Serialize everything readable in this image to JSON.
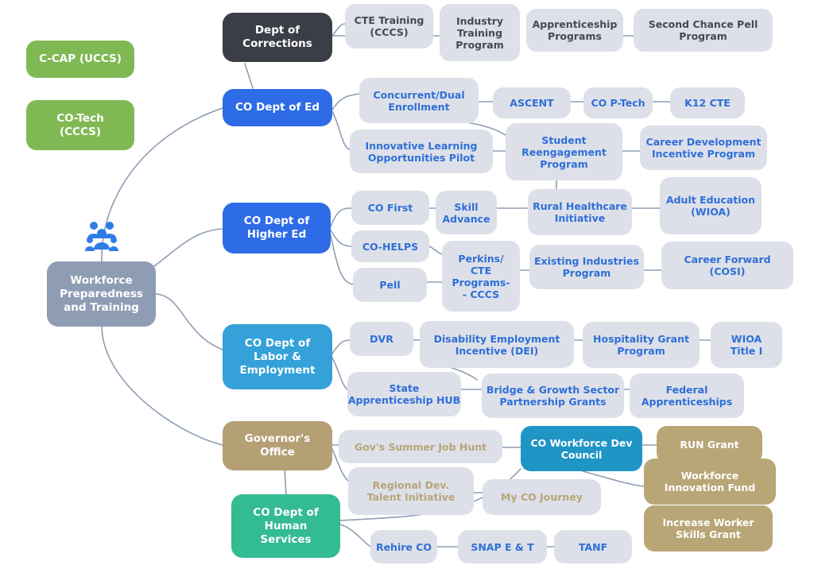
{
  "root": "Workforce\nPreparedness\nand Training",
  "side": {
    "ccap": "C-CAP (UCCS)",
    "cotech": "CO-Tech\n(CCCS)"
  },
  "hubs": {
    "corrections": "Dept of\nCorrections",
    "ed": "CO Dept of Ed",
    "higher_ed": "CO Dept of\nHigher Ed",
    "labor": "CO Dept of\nLabor &\nEmployment",
    "governor": "Governor's\nOffice",
    "human": "CO Dept of\nHuman\nServices"
  },
  "corrections": {
    "cte": "CTE Training\n(CCCS)",
    "industry": "Industry\nTraining\nProgram",
    "apprenticeship": "Apprenticeship\nPrograms",
    "pell": "Second Chance Pell\nProgram"
  },
  "ed": {
    "concurrent": "Concurrent/Dual\nEnrollment",
    "ascent": "ASCENT",
    "ptech": "CO P-Tech",
    "k12": "K12 CTE",
    "innovative": "Innovative Learning\nOpportunities Pilot",
    "reengage": "Student\nReengagement\nProgram",
    "career_dev": "Career Development\nIncentive Program"
  },
  "higher_ed": {
    "cofirst": "CO First",
    "skill": "Skill\nAdvance",
    "rural": "Rural Healthcare\nInitiative",
    "adult": "Adult Education\n(WIOA)",
    "cohelps": "CO-HELPS",
    "perkins": "Perkins/\nCTE\nPrograms-\n- CCCS",
    "existing": "Existing Industries\nProgram",
    "career_fwd": "Career Forward\n(COSI)",
    "pell": "Pell"
  },
  "labor": {
    "dvr": "DVR",
    "dei": "Disability Employment\nIncentive (DEI)",
    "hospitality": "Hospitality Grant\nProgram",
    "wioa": "WIOA\nTitle I",
    "state_hub": "State\nApprenticeship HUB",
    "bridge": "Bridge & Growth Sector\nPartnership Grants",
    "federal": "Federal\nApprenticeships"
  },
  "governor": {
    "summer": "Gov's Summer Job Hunt",
    "council": "CO Workforce Dev\nCouncil",
    "run": "RUN Grant",
    "regional": "Regional Dev.\nTalent Initiative",
    "journey": "My CO Journey",
    "innovation": "Workforce\nInnovation Fund",
    "skills": "Increase Worker\nSkills Grant"
  },
  "human": {
    "rehire": "Rehire CO",
    "snap": "SNAP E & T",
    "tanf": "TANF"
  },
  "colors": {
    "blue_text": "#2e6fd8",
    "gray_text": "#444a56",
    "tan_text": "#b8a47a",
    "leaf_bg": "#dde0e8",
    "corrections": "#3b3e46",
    "ed": "#2e6be6",
    "labor": "#34a1d8",
    "governor": "#b59f74",
    "human": "#33bb92",
    "root": "#8f9db4",
    "green": "#80b954",
    "council": "#1f95c5",
    "grant": "#b9a676"
  },
  "icons": {
    "root": "people-group-icon"
  }
}
